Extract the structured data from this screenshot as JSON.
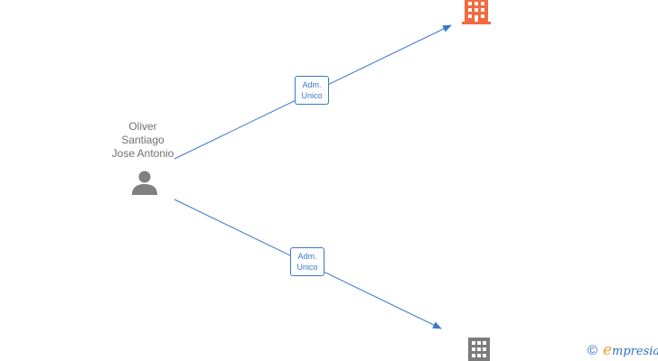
{
  "person": {
    "name_lines": [
      "Oliver",
      "Santiago",
      "Jose Antonio"
    ],
    "icon": "person-icon",
    "color": "#808080"
  },
  "companies": [
    {
      "icon": "building-icon",
      "color": "#f26a3f",
      "state": "highlighted"
    },
    {
      "icon": "building-icon",
      "color": "#7c7c7c",
      "state": "normal"
    }
  ],
  "relations": [
    {
      "label_lines": [
        "Adm.",
        "Unico"
      ],
      "target": 0
    },
    {
      "label_lines": [
        "Adm.",
        "Unico"
      ],
      "target": 1
    }
  ],
  "colors": {
    "edge": "#3a78c9",
    "label_border": "#3a78c9",
    "text_gray": "#707070"
  },
  "watermark": {
    "copyright": "©",
    "brand_first": "e",
    "brand_rest": "mpresia"
  }
}
